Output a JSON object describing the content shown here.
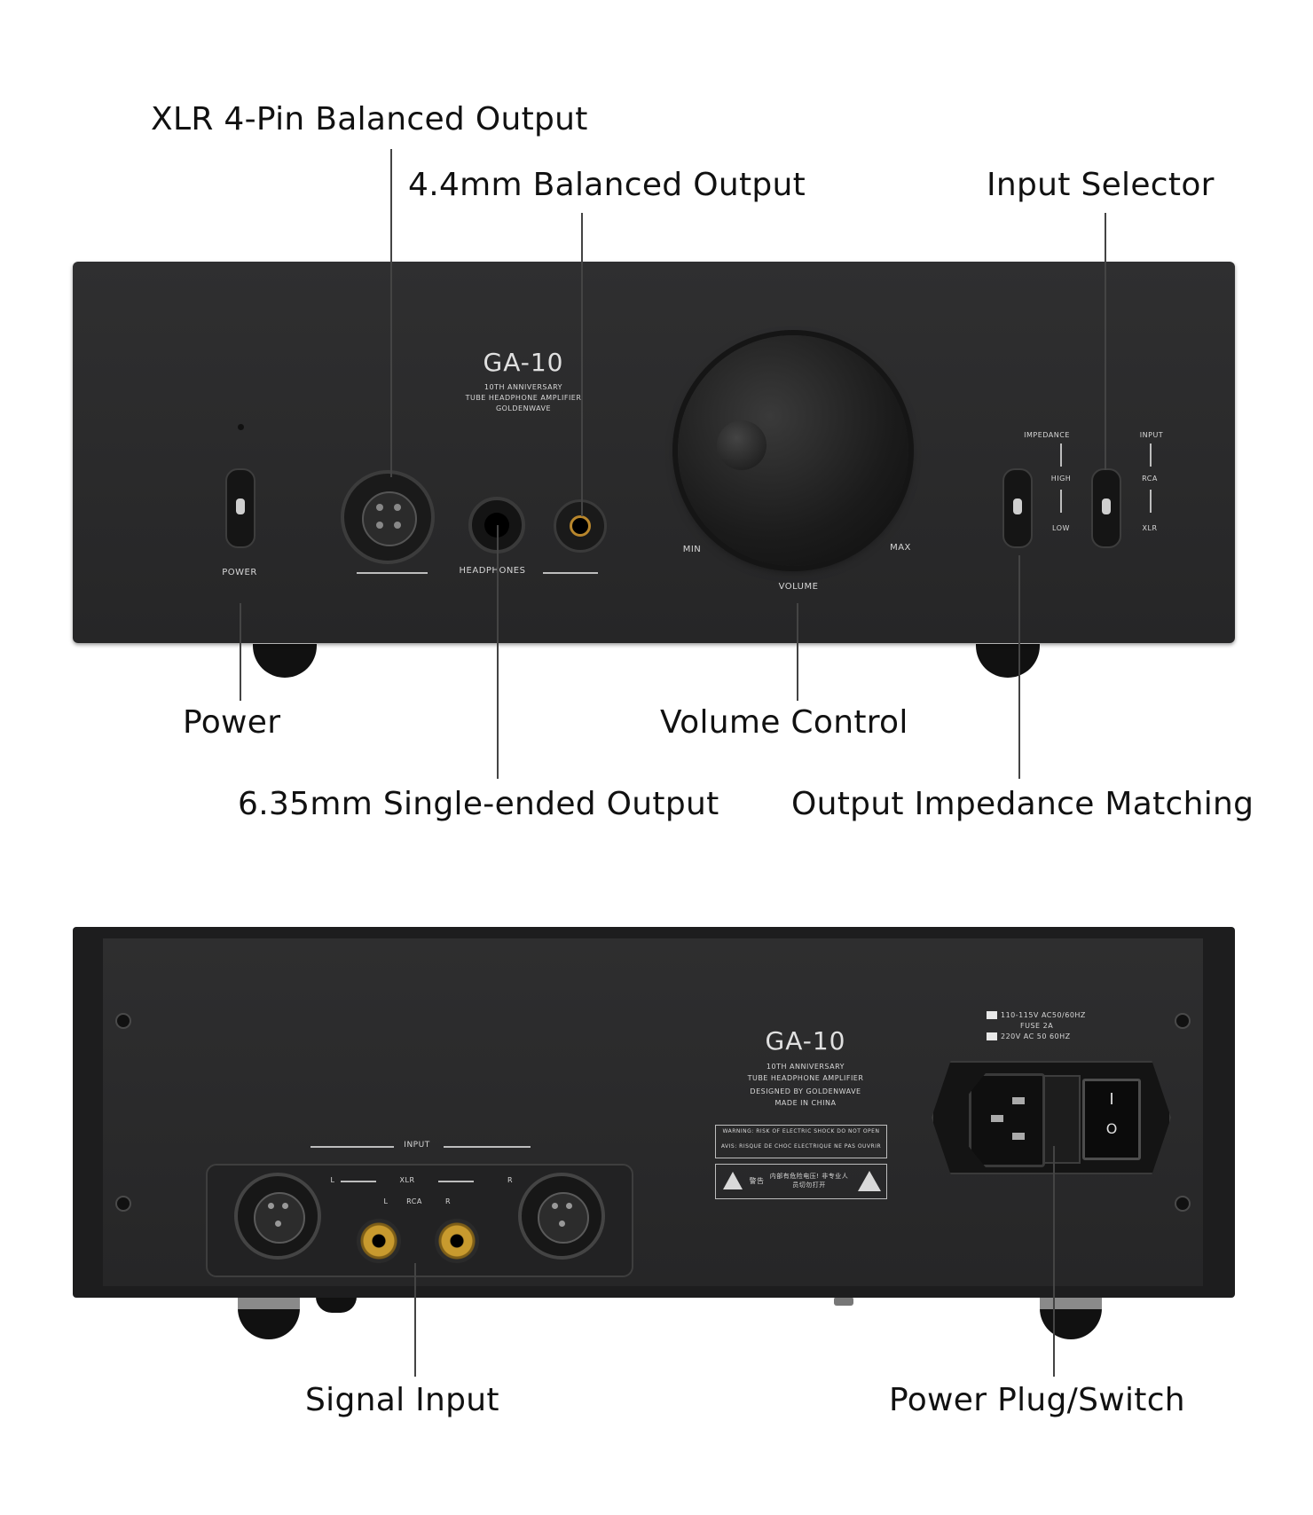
{
  "callouts": {
    "xlr_balanced": "XLR 4-Pin Balanced Output",
    "balanced_44": "4.4mm Balanced Output",
    "input_selector": "Input Selector",
    "power": "Power",
    "volume_control": "Volume Control",
    "single_ended": "6.35mm Single-ended Output",
    "impedance_matching": "Output Impedance Matching",
    "signal_input": "Signal Input",
    "power_plug": "Power Plug/Switch"
  },
  "front": {
    "model": "GA-10",
    "line1": "10TH ANNIVERSARY",
    "line2": "TUBE HEADPHONE AMPLIFIER",
    "line3": "GOLDENWAVE",
    "power": "POWER",
    "headphones": "HEADPHONES",
    "min": "MIN",
    "max": "MAX",
    "volume": "VOLUME",
    "impedance": "IMPEDANCE",
    "high": "HIGH",
    "low": "LOW",
    "input": "INPUT",
    "rca": "RCA",
    "xlr": "XLR"
  },
  "rear": {
    "model": "GA-10",
    "line1": "10TH ANNIVERSARY",
    "line2": "TUBE HEADPHONE AMPLIFIER",
    "line3": "DESIGNED BY GOLDENWAVE",
    "line4": "MADE IN CHINA",
    "input": "INPUT",
    "l": "L",
    "r": "R",
    "xlr": "XLR",
    "rca": "RCA",
    "warn1": "WARNING: RISK OF ELECTRIC SHOCK  DO NOT OPEN",
    "warn2": "AVIS: RISQUE DE CHOC ELECTRIQUE NE PAS OUVRIR",
    "warn_cn_label": "警告",
    "warn_cn": "内部有危险电压! 非专业人员切勿打开",
    "voltage1": "110-115V AC50/60HZ",
    "fuse": "FUSE 2A",
    "voltage2": "220V AC 50 60HZ",
    "switch_on": "I",
    "switch_off": "O"
  }
}
